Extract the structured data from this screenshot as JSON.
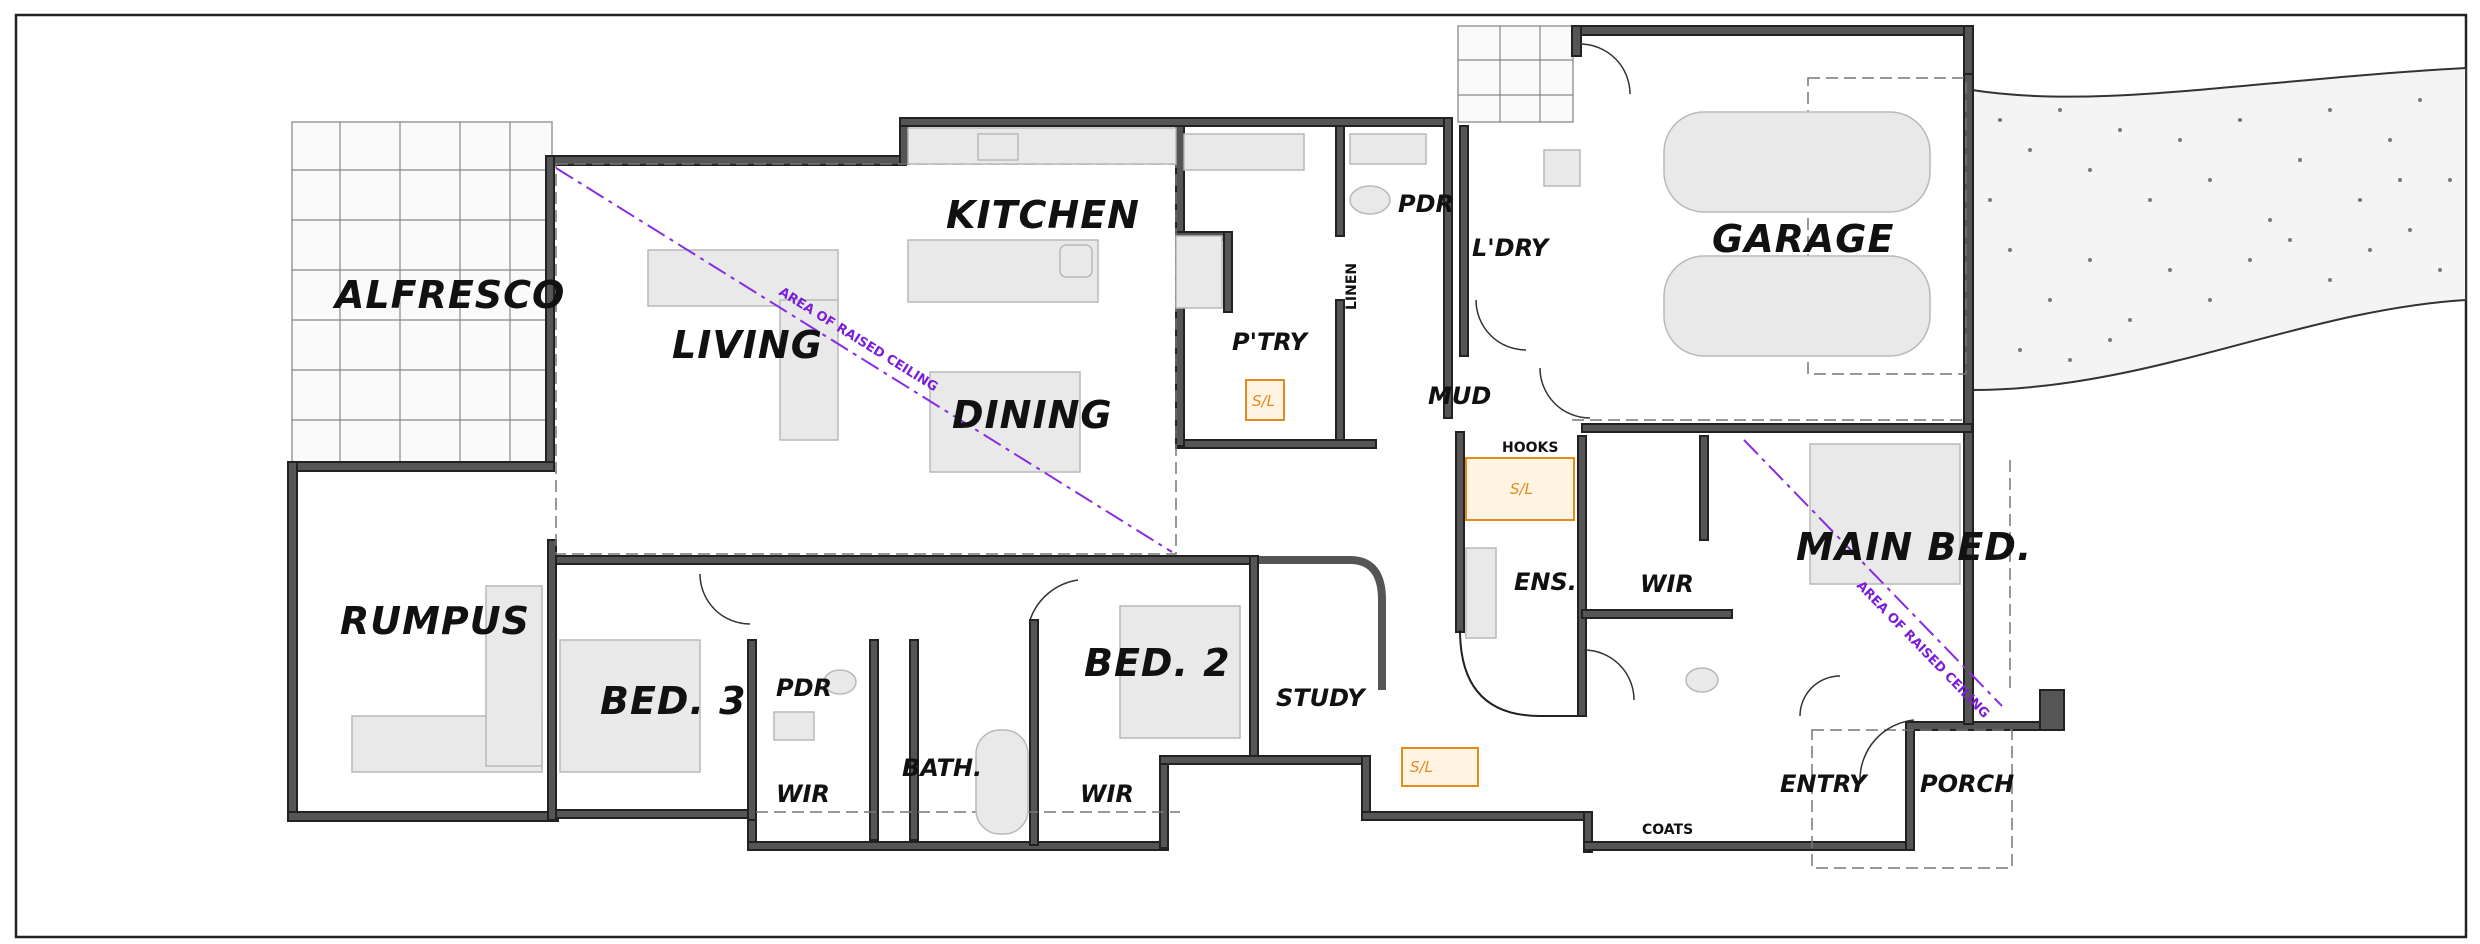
{
  "rooms": {
    "alfresco": "ALFRESCO",
    "kitchen": "KITCHEN",
    "living": "LIVING",
    "dining": "DINING",
    "ptry": "P'TRY",
    "pdr_top": "PDR",
    "laundry": "L'DRY",
    "garage": "GARAGE",
    "linen": "LINEN",
    "mud": "MUD",
    "hooks": "HOOKS",
    "rumpus": "RUMPUS",
    "bed3": "BED. 3",
    "pdr_bottom": "PDR",
    "bed2": "BED. 2",
    "study": "STUDY",
    "ens": "ENS.",
    "wir_main": "WIR",
    "main_bed": "MAIN BED.",
    "bath": "BATH.",
    "wir_bed3": "WIR",
    "wir_bed2": "WIR",
    "entry": "ENTRY",
    "porch": "PORCH",
    "coats": "COATS"
  },
  "annotations": {
    "raised_ceiling_living": "AREA OF RAISED CEILING",
    "raised_ceiling_main": "AREA OF RAISED CEILING",
    "skylight_pantry": "S/L",
    "skylight_hooks": "S/L",
    "skylight_entry": "S/L"
  },
  "colors": {
    "walls": "#555555",
    "ceiling_line": "#8a2be2",
    "skylight": "#e58a1f",
    "furniture": "#e9e9e9"
  }
}
